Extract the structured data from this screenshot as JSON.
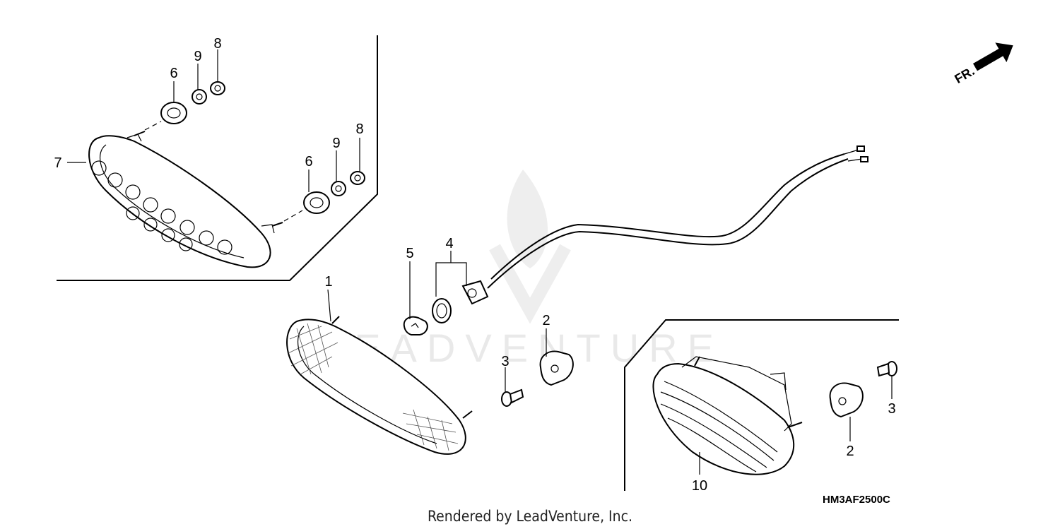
{
  "diagram": {
    "callouts": {
      "c1": "1",
      "c2a": "2",
      "c2b": "2",
      "c3a": "3",
      "c3b": "3",
      "c4": "4",
      "c5": "5",
      "c6a": "6",
      "c6b": "6",
      "c7": "7",
      "c8a": "8",
      "c8b": "8",
      "c9a": "9",
      "c9b": "9",
      "c10": "10"
    },
    "direction_label": "FR.",
    "diagram_code": "HM3AF2500C",
    "watermark": "LEADVENTURE",
    "credit": "Rendered by LeadVenture, Inc."
  }
}
